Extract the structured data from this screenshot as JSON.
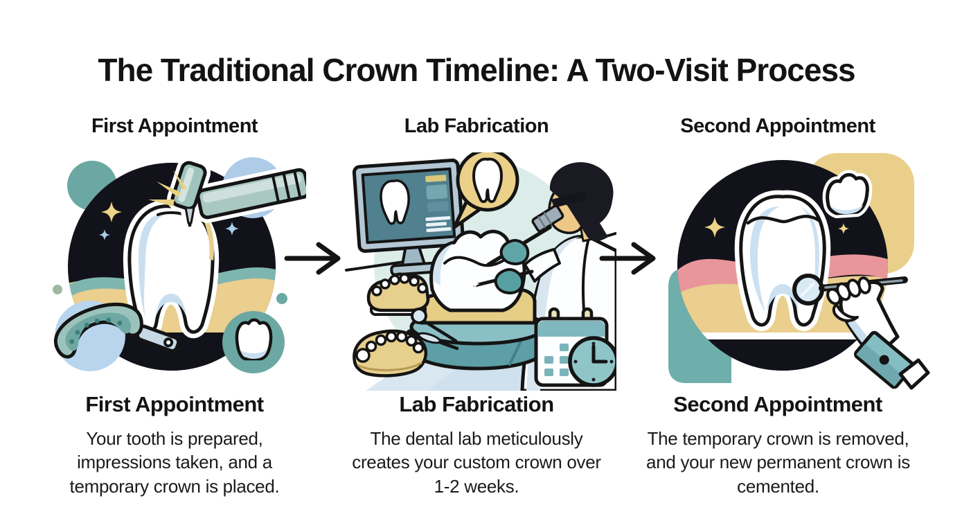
{
  "title": "The Traditional Crown Timeline: A Two-Visit Process",
  "steps": [
    {
      "id": "first-appointment",
      "top_label": "First Appointment",
      "caption": {
        "heading": "First Appointment",
        "body": "Your tooth is prepared, impressions taken, and a temporary crown is placed."
      },
      "illustration": "tooth-prepared-with-dental-drill-impression-tray-and-temporary-crown"
    },
    {
      "id": "lab-fabrication",
      "top_label": "Lab Fabrication",
      "caption": {
        "heading": "Lab Fabrication",
        "body": "The dental lab meticulously creates your custom crown over 1-2 weeks."
      },
      "illustration": "lab-technician-crafting-crown-with-monitor-dental-models-calendar-and-clock"
    },
    {
      "id": "second-appointment",
      "top_label": "Second Appointment",
      "caption": {
        "heading": "Second Appointment",
        "body": "The temporary crown is removed, and your new permanent crown is cemented."
      },
      "illustration": "permanent-crown-cemented-tooth-with-hand-holding-dental-mirror"
    }
  ],
  "arrows": [
    {
      "direction": "right"
    },
    {
      "direction": "right"
    }
  ],
  "colors": {
    "background": "#ffffff",
    "ink": "#141414",
    "panel_black": "#12121A",
    "teal": "#6CA8A3",
    "teal_light": "#8FBDB8",
    "mint": "#DCEDE9",
    "sky_blue": "#AECCE8",
    "pale_blue": "#C9DFEF",
    "sand": "#EACF8E",
    "gold_spark": "#E8D083",
    "gum_pink": "#E9969B",
    "screen_teal": "#51808F",
    "skin": "#EEC886"
  }
}
